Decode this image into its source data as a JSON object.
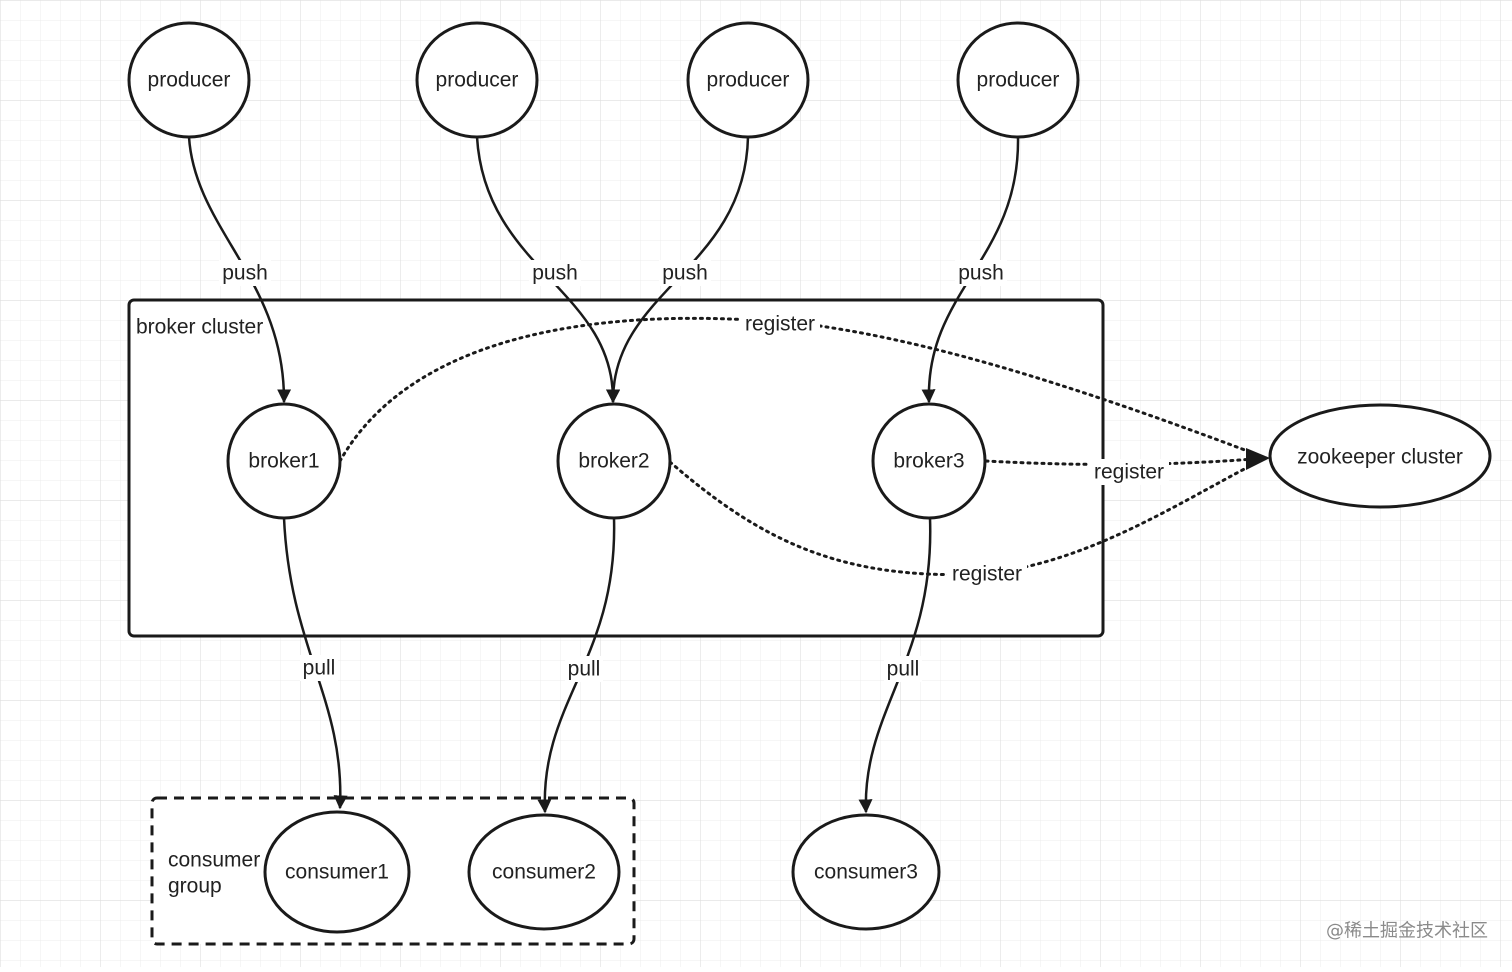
{
  "colors": {
    "stroke": "#1a1a1a",
    "grid": "#e4e4e4",
    "background": "#ffffff",
    "label_background": "#ffffff",
    "watermark": "#8a8a8a"
  },
  "groups": {
    "broker_cluster": {
      "label": "broker cluster"
    },
    "consumer_group": {
      "label_line1": "consumer",
      "label_line2": "group"
    }
  },
  "nodes": {
    "producer1": {
      "label": "producer"
    },
    "producer2": {
      "label": "producer"
    },
    "producer3": {
      "label": "producer"
    },
    "producer4": {
      "label": "producer"
    },
    "broker1": {
      "label": "broker1"
    },
    "broker2": {
      "label": "broker2"
    },
    "broker3": {
      "label": "broker3"
    },
    "zookeeper": {
      "label": "zookeeper cluster"
    },
    "consumer1": {
      "label": "consumer1"
    },
    "consumer2": {
      "label": "consumer2"
    },
    "consumer3": {
      "label": "consumer3"
    }
  },
  "edges": {
    "push1": {
      "label": "push"
    },
    "push2": {
      "label": "push"
    },
    "push3": {
      "label": "push"
    },
    "push4": {
      "label": "push"
    },
    "register1": {
      "label": "register"
    },
    "register2": {
      "label": "register"
    },
    "register3": {
      "label": "register"
    },
    "pull1": {
      "label": "pull"
    },
    "pull2": {
      "label": "pull"
    },
    "pull3": {
      "label": "pull"
    }
  },
  "watermark": "@稀土掘金技术社区"
}
